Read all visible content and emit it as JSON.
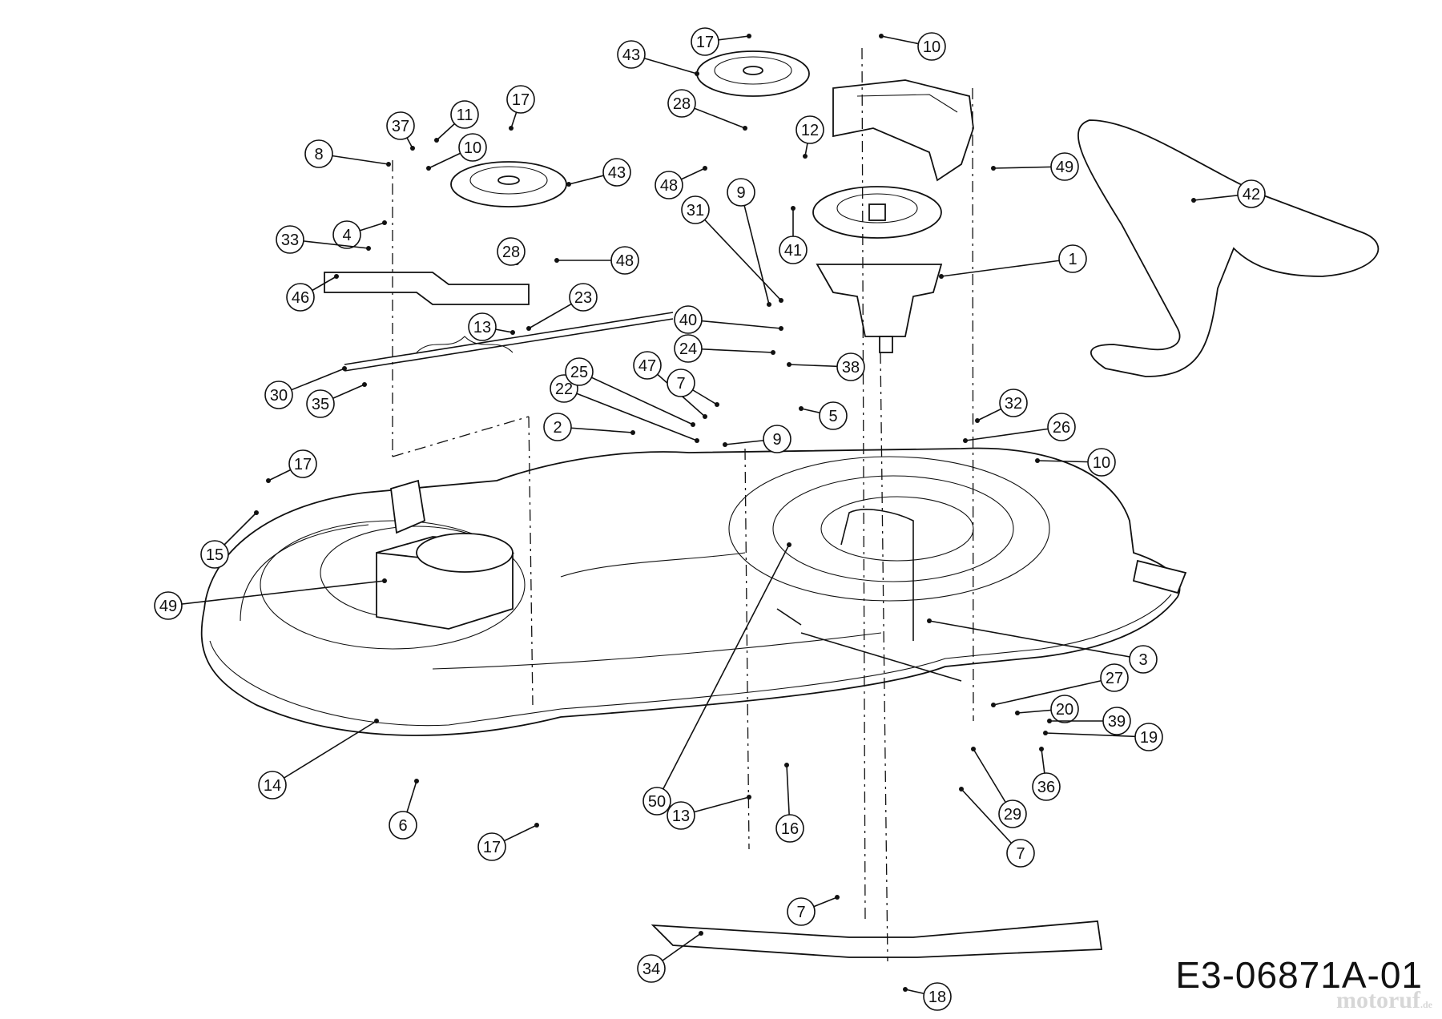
{
  "drawing_code": "E3-06871A-01",
  "watermark": "motoruf",
  "watermark_suffix": ".de",
  "callouts": [
    "17",
    "43",
    "10",
    "28",
    "12",
    "49",
    "42",
    "37",
    "11",
    "17",
    "8",
    "10",
    "43",
    "48",
    "9",
    "31",
    "41",
    "1",
    "4",
    "33",
    "28",
    "48",
    "46",
    "23",
    "13",
    "40",
    "30",
    "35",
    "24",
    "38",
    "22",
    "25",
    "47",
    "7",
    "5",
    "2",
    "9",
    "32",
    "26",
    "10",
    "17",
    "15",
    "49",
    "3",
    "27",
    "20",
    "39",
    "19",
    "14",
    "50",
    "36",
    "13",
    "16",
    "29",
    "6",
    "17",
    "7",
    "7",
    "34",
    "18"
  ]
}
